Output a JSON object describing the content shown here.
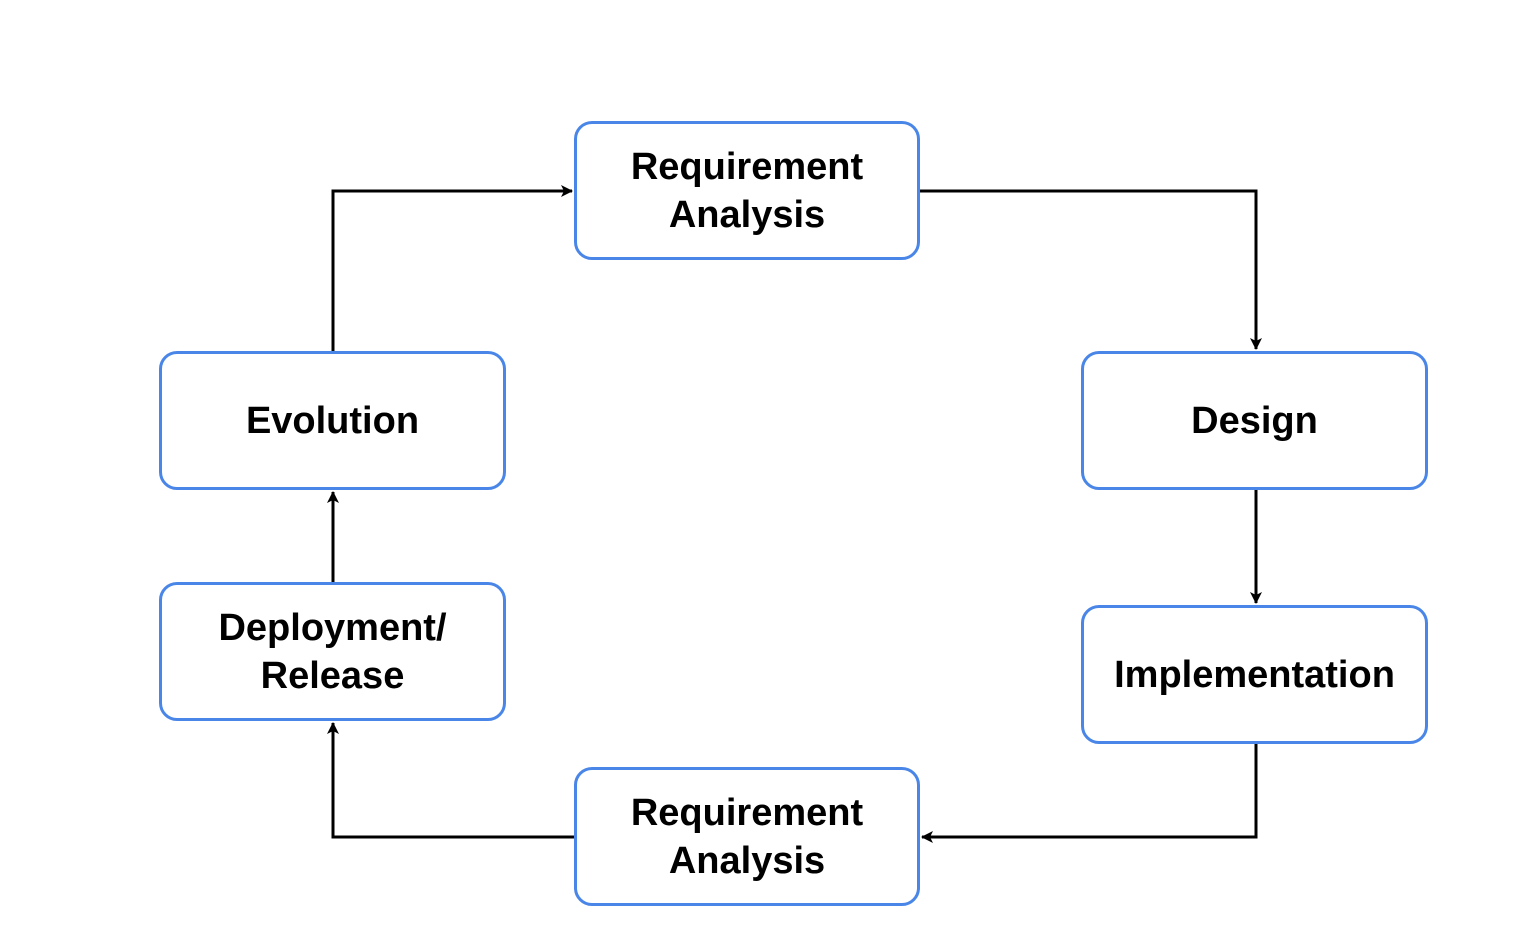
{
  "diagram": {
    "nodes": {
      "top": {
        "label": "Requirement\nAnalysis"
      },
      "design": {
        "label": "Design"
      },
      "implementation": {
        "label": "Implementation"
      },
      "bottom": {
        "label": "Requirement\nAnalysis"
      },
      "deployment": {
        "label": "Deployment/\nRelease"
      },
      "evolution": {
        "label": "Evolution"
      }
    },
    "edges": [
      {
        "from": "top",
        "to": "design"
      },
      {
        "from": "design",
        "to": "implementation"
      },
      {
        "from": "implementation",
        "to": "bottom"
      },
      {
        "from": "bottom",
        "to": "deployment"
      },
      {
        "from": "deployment",
        "to": "evolution"
      },
      {
        "from": "evolution",
        "to": "top"
      }
    ],
    "colors": {
      "node_border": "#4a86e8",
      "node_fill": "#ffffff",
      "arrow": "#000000",
      "text": "#000000"
    }
  }
}
